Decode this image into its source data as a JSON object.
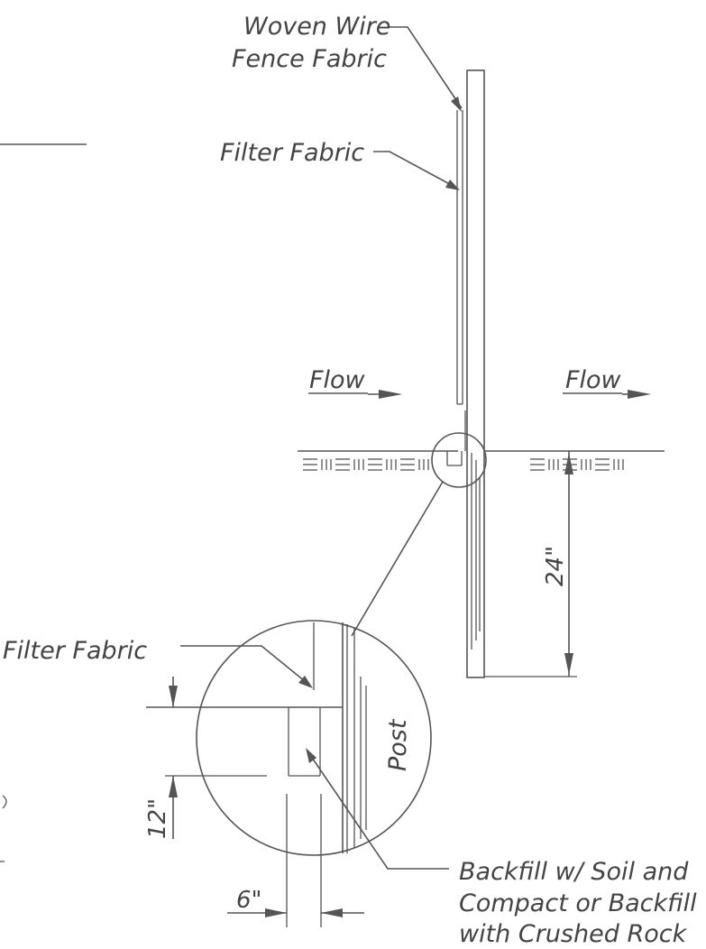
{
  "labels": {
    "woven_wire_line1": "Woven Wire",
    "woven_wire_line2": "Fence Fabric",
    "filter_fabric_top": "Filter Fabric",
    "flow_left": "Flow",
    "flow_right": "Flow",
    "depth_24": "24\"",
    "filter_fabric_detail": "Filter Fabric",
    "post": "Post",
    "depth_12": "12\"",
    "width_6": "6\"",
    "backfill_line1": "Backfill w/ Soil and",
    "backfill_line2": "Compact or Backfill",
    "backfill_line3": "with Crushed Rock"
  },
  "colors": {
    "line": "#555555",
    "text": "#444444",
    "background": "#ffffff"
  }
}
